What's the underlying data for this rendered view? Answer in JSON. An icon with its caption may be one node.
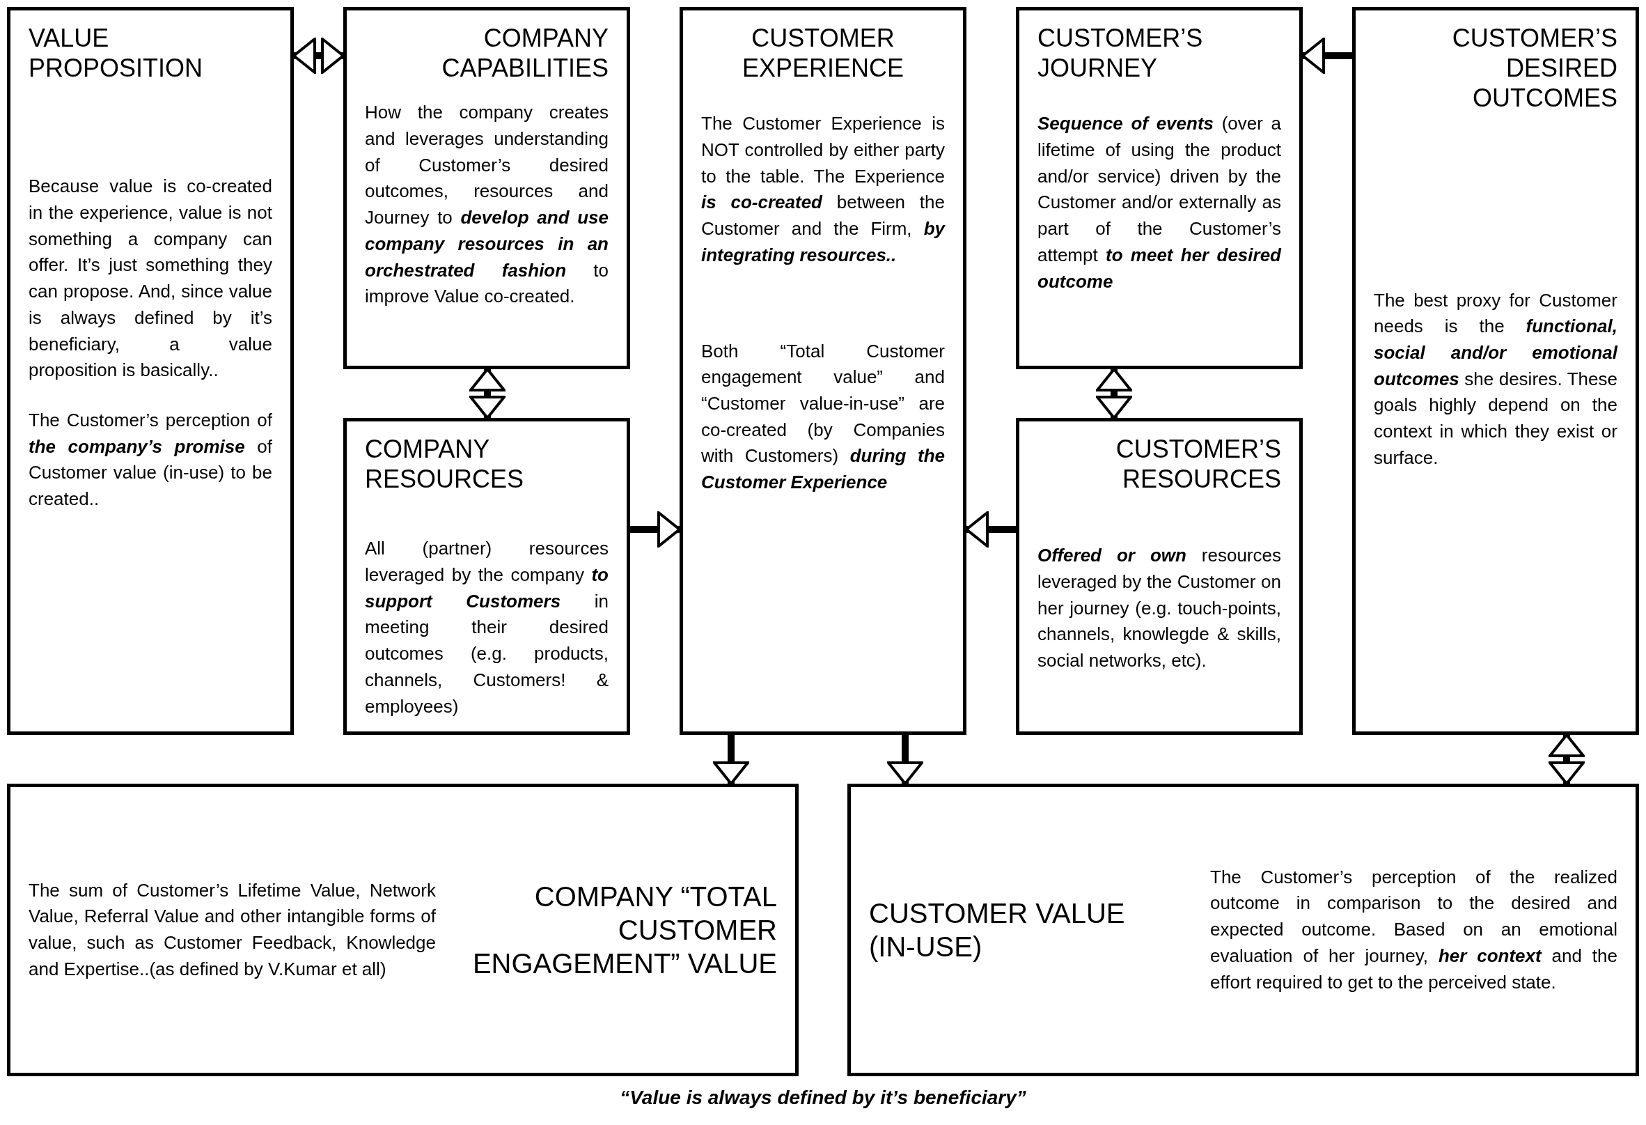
{
  "diagram": {
    "caption": "“Value is always defined by it’s beneficiary”",
    "nodes": [
      {
        "text": [
          "VALUE PROPOSITION",
          "Because value is co-created in the experience, value is not something a company can offer. It’s just something they can propose. And, since value is always defined by it’s beneficiary, a value proposition is basically..",
          "The Customer’s perception of **the company’s promise** of Customer value (in-use) to be created.."
        ]
      },
      {
        "text": [
          "COMPANY CAPABILITIES",
          "How the company creates and leverages understanding of Customer’s desired outcomes, resources and Journey to **develop and use company resources in an orchestrated fashion** to improve Value co-created."
        ]
      },
      {
        "text": [
          "CUSTOMER EXPERIENCE",
          "The Customer Experience is NOT controlled by either party to the table. The Experience **is co-created** between the Customer and the Firm, **by integrating resources..**",
          "Both “Total Customer engagement value” and “Customer value-in-use” are co-created (by Companies with Customers) **during the Customer Experience**"
        ]
      },
      {
        "text": [
          "CUSTOMER’S JOURNEY",
          "**Sequence of events** (over a lifetime of using the product and/or service) driven by the Customer and/or externally as part of the Customer’s attempt **to meet her desired outcome**"
        ]
      },
      {
        "text": [
          "CUSTOMER’S DESIRED OUTCOMES",
          "The best proxy for Customer needs is the **functional, social and/or emotional outcomes** she desires. These goals highly depend on the context in which they exist or surface."
        ]
      },
      {
        "text": [
          "COMPANY RESOURCES",
          "All (partner) resources leveraged by the company **to support Customers** in meeting their desired outcomes (e.g. products, channels, Customers! & employees)"
        ]
      },
      {
        "text": [
          "CUSTOMER’S RESOURCES",
          "**Offered or own** resources leveraged by the Customer on her journey (e.g. touch-points, channels, knowlegde & skills, social networks, etc)."
        ]
      },
      {
        "text": [
          "The sum of Customer’s Lifetime Value, Network Value, Referral Value and other intangible forms of value, such as Customer Feedback, Knowledge and Expertise..(as defined by V.Kumar et all)",
          "COMPANY “TOTAL CUSTOMER ENGAGEMENT” VALUE"
        ]
      },
      {
        "text": [
          "CUSTOMER VALUE (IN-USE)",
          "The Customer’s perception of the realized outcome in comparison to the desired and expected outcome. Based on an emotional evaluation of her journey, **her context** and the effort required to get to the perceived state."
        ]
      }
    ],
    "edges": [
      {
        "from": 0,
        "to": 1,
        "arrow": "both"
      },
      {
        "from": 4,
        "to": 3,
        "arrow": "to"
      },
      {
        "from": 1,
        "to": 5,
        "arrow": "both"
      },
      {
        "from": 5,
        "to": 2,
        "arrow": "to"
      },
      {
        "from": 6,
        "to": 2,
        "arrow": "to"
      },
      {
        "from": 3,
        "to": 6,
        "arrow": "both"
      },
      {
        "from": 2,
        "to": 7,
        "arrow": "to"
      },
      {
        "from": 2,
        "to": 8,
        "arrow": "to"
      },
      {
        "from": 4,
        "to": 8,
        "arrow": "both"
      }
    ]
  }
}
